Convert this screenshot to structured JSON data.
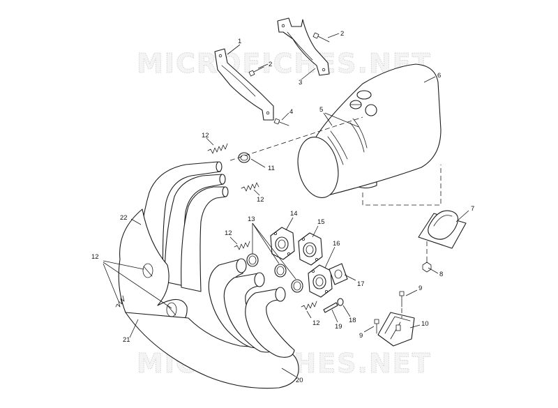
{
  "watermark": {
    "top_text": "MICROFICHES.NET",
    "bottom_text": "MICROFICHES.NET"
  },
  "callouts": [
    {
      "id": "c1",
      "text": "1"
    },
    {
      "id": "c2a",
      "text": "2"
    },
    {
      "id": "c2b",
      "text": "2"
    },
    {
      "id": "c3",
      "text": "3"
    },
    {
      "id": "c4",
      "text": "4"
    },
    {
      "id": "c5",
      "text": "5"
    },
    {
      "id": "c6",
      "text": "6"
    },
    {
      "id": "c7",
      "text": "7"
    },
    {
      "id": "c8",
      "text": "8"
    },
    {
      "id": "c9a",
      "text": "9"
    },
    {
      "id": "c9b",
      "text": "9"
    },
    {
      "id": "c10",
      "text": "10"
    },
    {
      "id": "c11",
      "text": "11"
    },
    {
      "id": "c12a",
      "text": "12"
    },
    {
      "id": "c12b",
      "text": "12"
    },
    {
      "id": "c12c",
      "text": "12"
    },
    {
      "id": "c12d",
      "text": "12"
    },
    {
      "id": "c12e",
      "text": "12"
    },
    {
      "id": "c13",
      "text": "13"
    },
    {
      "id": "c14",
      "text": "14"
    },
    {
      "id": "c15",
      "text": "15"
    },
    {
      "id": "c16",
      "text": "16"
    },
    {
      "id": "c17",
      "text": "17"
    },
    {
      "id": "c18",
      "text": "18"
    },
    {
      "id": "c19",
      "text": "19"
    },
    {
      "id": "c20",
      "text": "20"
    },
    {
      "id": "c21",
      "text": "21"
    },
    {
      "id": "c22",
      "text": "22"
    }
  ]
}
